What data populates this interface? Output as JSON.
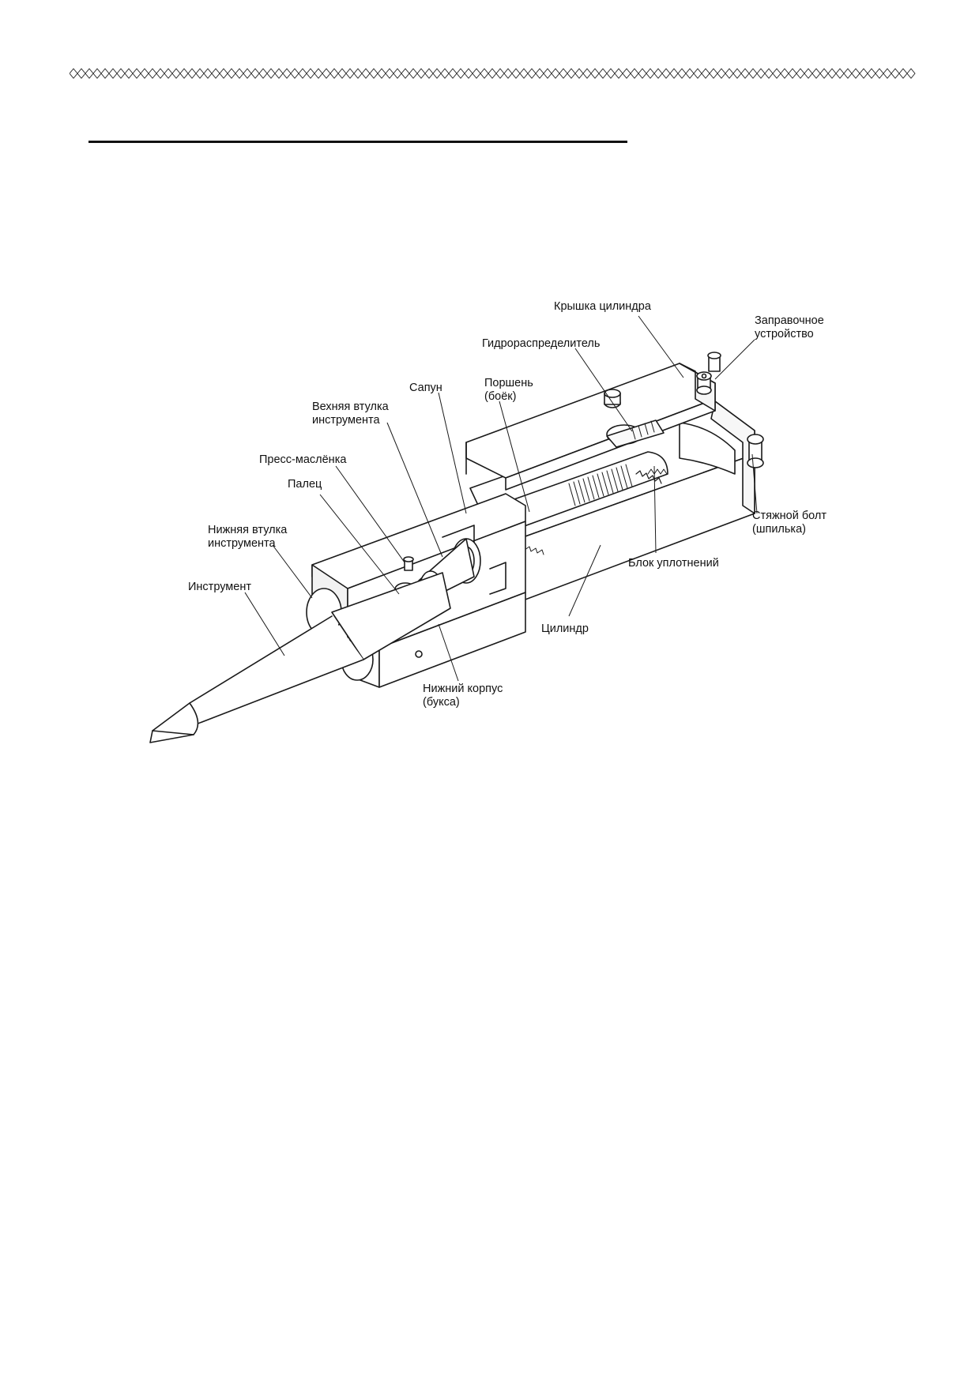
{
  "page": {
    "header_border": "diamond-chain-border"
  },
  "diagram": {
    "labels": {
      "cylinder_cap": "Крышка цилиндра",
      "charging_valve": "Заправочное\nустройство",
      "control_valve": "Гидрораспределитель",
      "breather": "Сапун",
      "piston": "Поршень\n(боёк)",
      "upper_bushing": "Вехняя втулка\nинструмента",
      "grease_nipple": "Пресс-маслёнка",
      "pin": "Палец",
      "lower_bushing": "Нижняя втулка\nинструмента",
      "tool": "Инструмент",
      "through_bolt": "Стяжной болт\n(шпилька)",
      "seal_block": "Блок уплотнений",
      "cylinder": "Цилиндр",
      "front_head": "Нижний корпус\n(букса)"
    }
  }
}
